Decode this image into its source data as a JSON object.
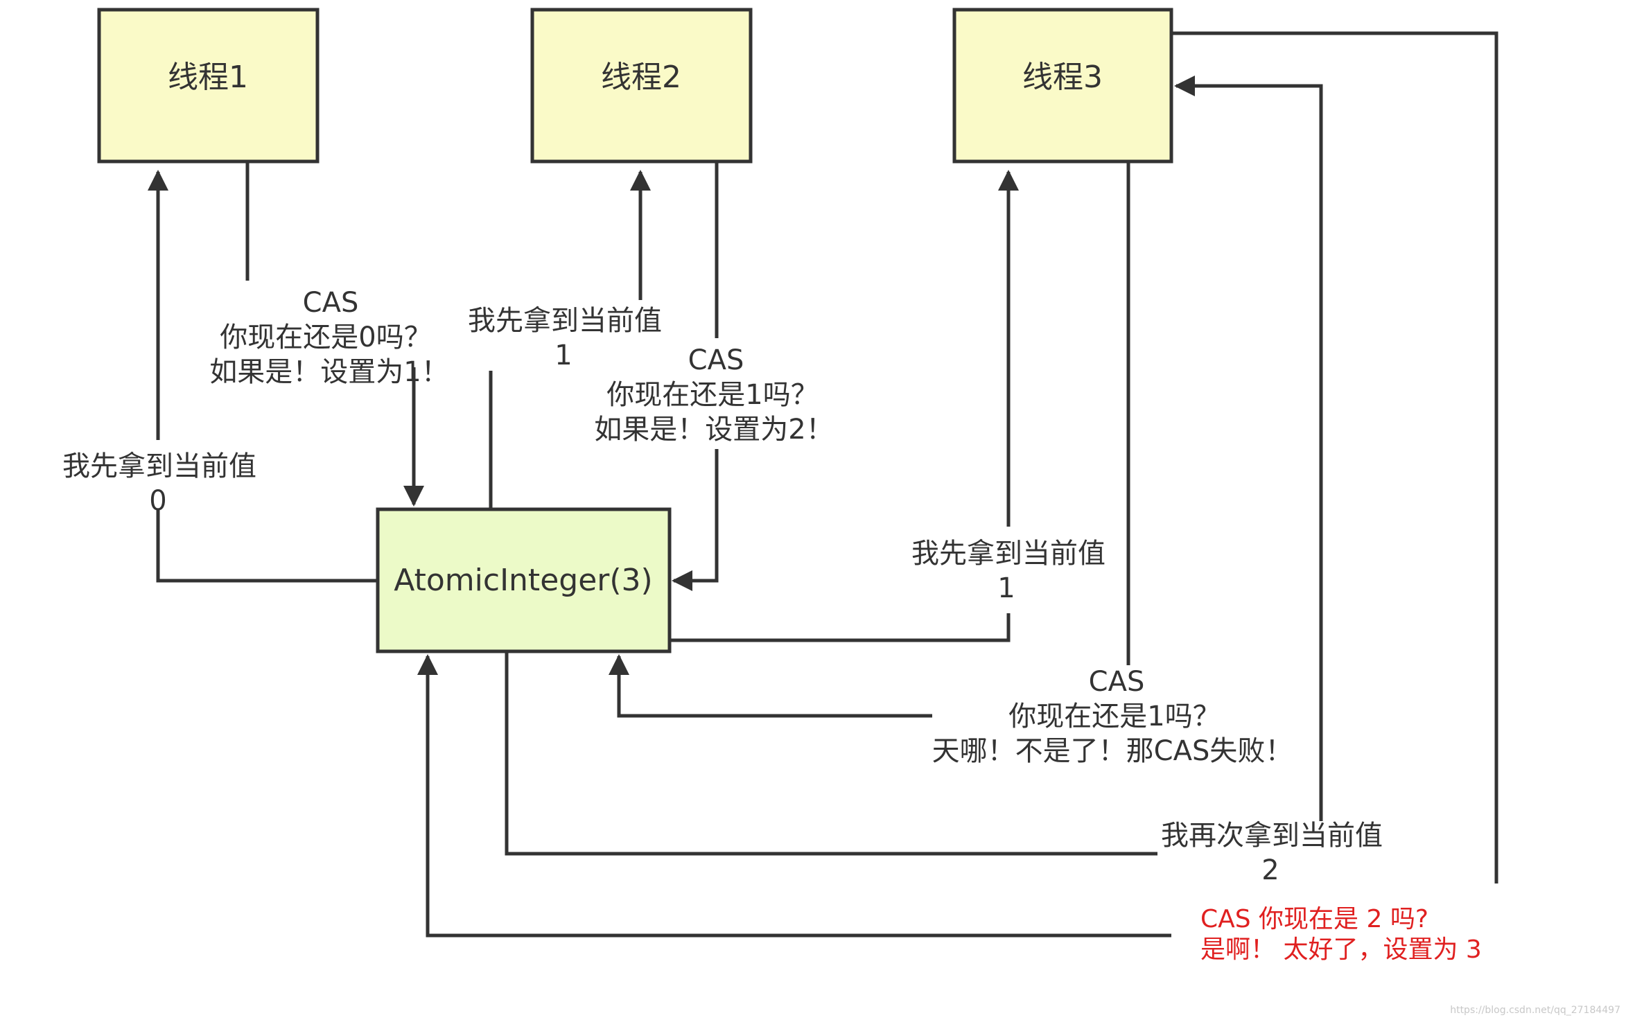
{
  "threads": [
    {
      "label": "线程1"
    },
    {
      "label": "线程2"
    },
    {
      "label": "线程3"
    }
  ],
  "atomic": {
    "label": "AtomicInteger(3)"
  },
  "annotations": {
    "t1_read": [
      "我先拿到当前值",
      "0"
    ],
    "t1_cas": [
      "CAS",
      "你现在还是0吗？",
      "如果是！设置为1！"
    ],
    "t2_read": [
      "我先拿到当前值",
      "1"
    ],
    "t2_cas": [
      "CAS",
      "你现在还是1吗？",
      "如果是！设置为2！"
    ],
    "t3_read": [
      "我先拿到当前值",
      "1"
    ],
    "t3_cas_fail": [
      "CAS",
      "你现在还是1吗？",
      "天哪！不是了！那CAS失败！"
    ],
    "t3_reread": [
      "我再次拿到当前值",
      "2"
    ],
    "t3_cas_ok": [
      "CAS 你现在是 2 吗?",
      "是啊！ 太好了，设置为 3"
    ]
  },
  "watermark": "https://blog.csdn.net/qq_27184497",
  "colors": {
    "thread_fill": "#fafac8",
    "atomic_fill": "#ecfac8",
    "stroke": "#333333",
    "highlight_text": "#e02020"
  }
}
